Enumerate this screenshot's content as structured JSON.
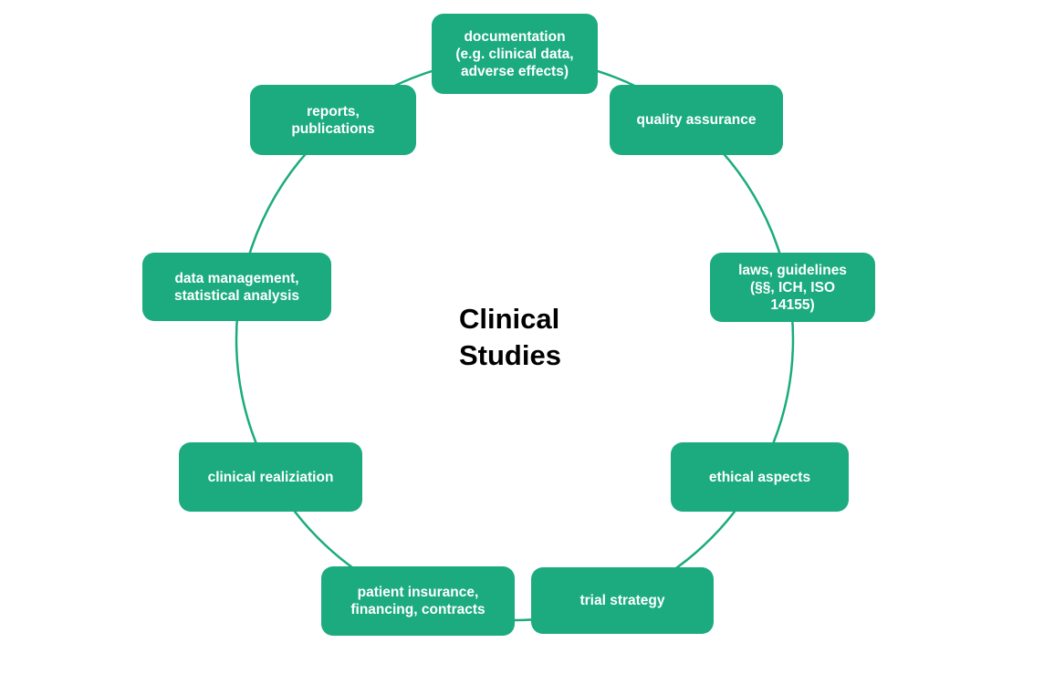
{
  "diagram": {
    "center_label": "Clinical\nStudies",
    "colors": {
      "node_fill": "#1bab7e",
      "node_text": "#ffffff",
      "connector_stroke": "#1bab7e",
      "center_text": "#000000",
      "background": "#ffffff"
    },
    "nodes": [
      {
        "id": "documentation",
        "label": "documentation\n(e.g. clinical data,\nadverse effects)"
      },
      {
        "id": "quality-assurance",
        "label": "quality assurance"
      },
      {
        "id": "laws-guidelines",
        "label": "laws, guidelines\n(§§, ICH, ISO\n14155)"
      },
      {
        "id": "ethical-aspects",
        "label": "ethical aspects"
      },
      {
        "id": "trial-strategy",
        "label": "trial strategy"
      },
      {
        "id": "patient-insurance",
        "label": "patient insurance,\nfinancing, contracts"
      },
      {
        "id": "clinical-realiziation",
        "label": "clinical realiziation"
      },
      {
        "id": "data-management",
        "label": "data management,\nstatistical analysis"
      },
      {
        "id": "reports-publications",
        "label": "reports,\npublications"
      }
    ]
  }
}
